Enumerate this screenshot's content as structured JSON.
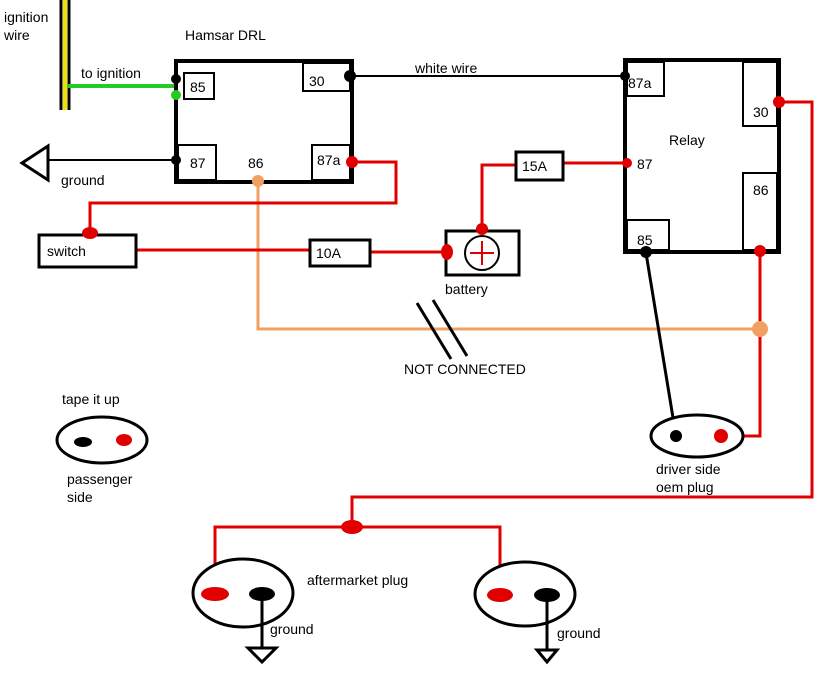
{
  "labels": {
    "ignition_wire": "ignition\nwire",
    "to_ignition": "to ignition",
    "hamsar_drl": "Hamsar DRL",
    "white_wire": "white wire",
    "ground_left": "ground",
    "switch": "switch",
    "fuse_10a": "10A",
    "fuse_15a": "15A",
    "battery": "battery",
    "not_connected": "NOT CONNECTED",
    "relay": "Relay",
    "tape_it_up": "tape it up",
    "passenger_side": "passenger\nside",
    "driver_side_oem_plug": "driver side\noem plug",
    "aftermarket_plug": "aftermarket plug",
    "ground_plug_left": "ground",
    "ground_plug_right": "ground"
  },
  "drl_pins": {
    "p85": "85",
    "p30": "30",
    "p87": "87",
    "p86": "86",
    "p87a": "87a"
  },
  "relay_pins": {
    "p87a": "87a",
    "p30": "30",
    "p87": "87",
    "p86": "86",
    "p85": "85"
  },
  "colors": {
    "red": "#e00000",
    "black": "#000000",
    "green": "#22cc22",
    "orange": "#f0a060",
    "yellow": "#f0e000"
  }
}
